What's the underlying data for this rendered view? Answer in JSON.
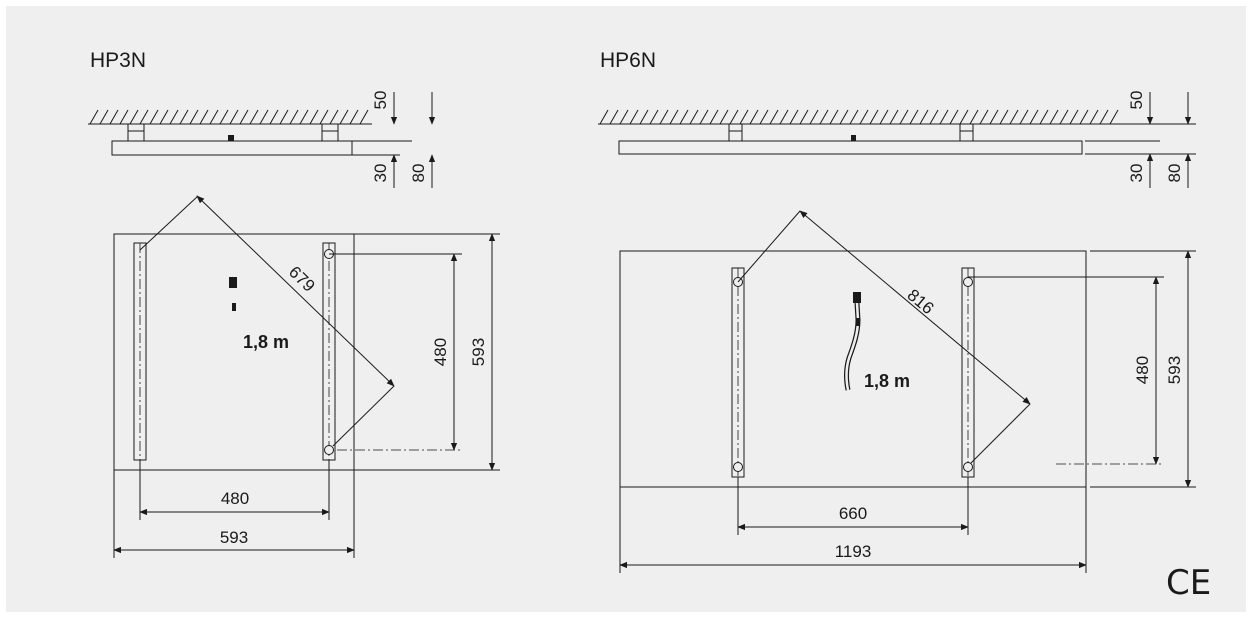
{
  "hp3n": {
    "title": "HP3N",
    "side_dims": {
      "top_gap": "50",
      "panel_thickness": "30",
      "total_depth": "80"
    },
    "plan_dims": {
      "diagonal": "679",
      "rail_length": "480",
      "panel_height": "593",
      "rail_spacing": "480",
      "panel_width": "593"
    },
    "cable_length": "1,8 m"
  },
  "hp6n": {
    "title": "HP6N",
    "side_dims": {
      "top_gap": "50",
      "panel_thickness": "30",
      "total_depth": "80"
    },
    "plan_dims": {
      "diagonal": "816",
      "rail_length": "480",
      "panel_height": "593",
      "rail_spacing": "660",
      "panel_width": "1193"
    },
    "cable_length": "1,8 m"
  },
  "certification_mark": "CE"
}
